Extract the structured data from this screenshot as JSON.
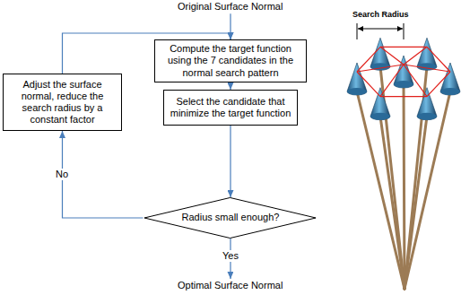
{
  "diagram": {
    "nodes": [
      {
        "text": [
          "Compute the target function using the 7 candidates in the normal search pattern"
        ]
      },
      {
        "text": [
          "Select the candidate that minimize the target function"
        ]
      },
      {
        "text": [
          "Radius small enough?"
        ]
      },
      {
        "text": [
          "Adjust the surface normal, reduce the search radius by a constant factor"
        ]
      }
    ],
    "edges": [
      {
        "from": 0,
        "to": 1,
        "arrow": "to"
      },
      {
        "from": 1,
        "to": 2,
        "arrow": "to"
      },
      {
        "from": 2,
        "to": 3,
        "label": "No",
        "arrow": "to"
      },
      {
        "from": 3,
        "to": 0,
        "arrow": "to"
      }
    ],
    "labels": [
      "Original Surface Normal",
      "Yes",
      "Optimal Surface Normal",
      "Search Radius"
    ]
  }
}
